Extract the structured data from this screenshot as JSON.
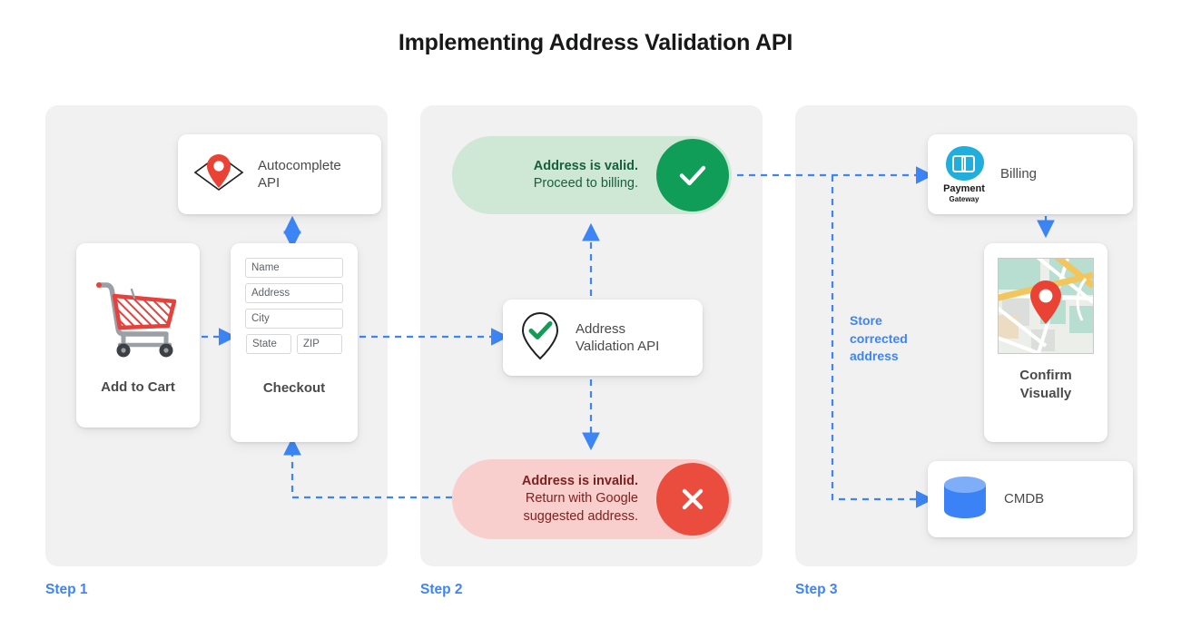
{
  "title": "Implementing Address Validation API",
  "colors": {
    "accent_blue": "#3d85f5",
    "panel_bg": "#f1f1f1",
    "valid_pill_bg": "#cfe8d5",
    "valid_badge": "#0f9d58",
    "valid_text": "#17603a",
    "invalid_pill_bg": "#f8cfcd",
    "invalid_badge": "#ea4d3d",
    "invalid_text": "#7d2220",
    "pin_red": "#ea4335",
    "cmdb_blue": "#3b82f6",
    "payment_cyan": "#21aedd"
  },
  "steps": [
    {
      "label": "Step 1"
    },
    {
      "label": "Step 2"
    },
    {
      "label": "Step 3"
    }
  ],
  "step1": {
    "autocomplete_card": {
      "label": "Autocomplete\nAPI",
      "icon": "map-pin-diamond-icon"
    },
    "add_to_cart_card": {
      "caption": "Add to Cart",
      "icon": "shopping-cart-icon"
    },
    "checkout_card": {
      "caption": "Checkout",
      "fields": [
        {
          "name": "name-field",
          "value": "Name"
        },
        {
          "name": "address-field",
          "value": "Address"
        },
        {
          "name": "city-field",
          "value": "City"
        },
        {
          "name": "state-field",
          "value": "State"
        },
        {
          "name": "zip-field",
          "value": "ZIP"
        }
      ]
    }
  },
  "step2": {
    "valid_pill": {
      "line1": "Address is valid.",
      "line2": "Proceed to billing.",
      "icon": "check-icon"
    },
    "invalid_pill": {
      "line1": "Address is invalid.",
      "line2": "Return with Google",
      "line3": "suggested address.",
      "icon": "close-icon"
    },
    "validation_card": {
      "label": "Address\nValidation API",
      "icon": "map-pin-check-icon"
    }
  },
  "step3": {
    "billing_card": {
      "label": "Billing",
      "logo_line1": "Payment",
      "logo_line2": "Gateway",
      "icon": "payment-gateway-logo-icon"
    },
    "confirm_card": {
      "caption": "Confirm\nVisually",
      "icon": "map-thumbnail-icon"
    },
    "cmdb_card": {
      "label": "CMDB",
      "icon": "database-icon"
    },
    "store_label": "Store\ncorrected\naddress"
  }
}
